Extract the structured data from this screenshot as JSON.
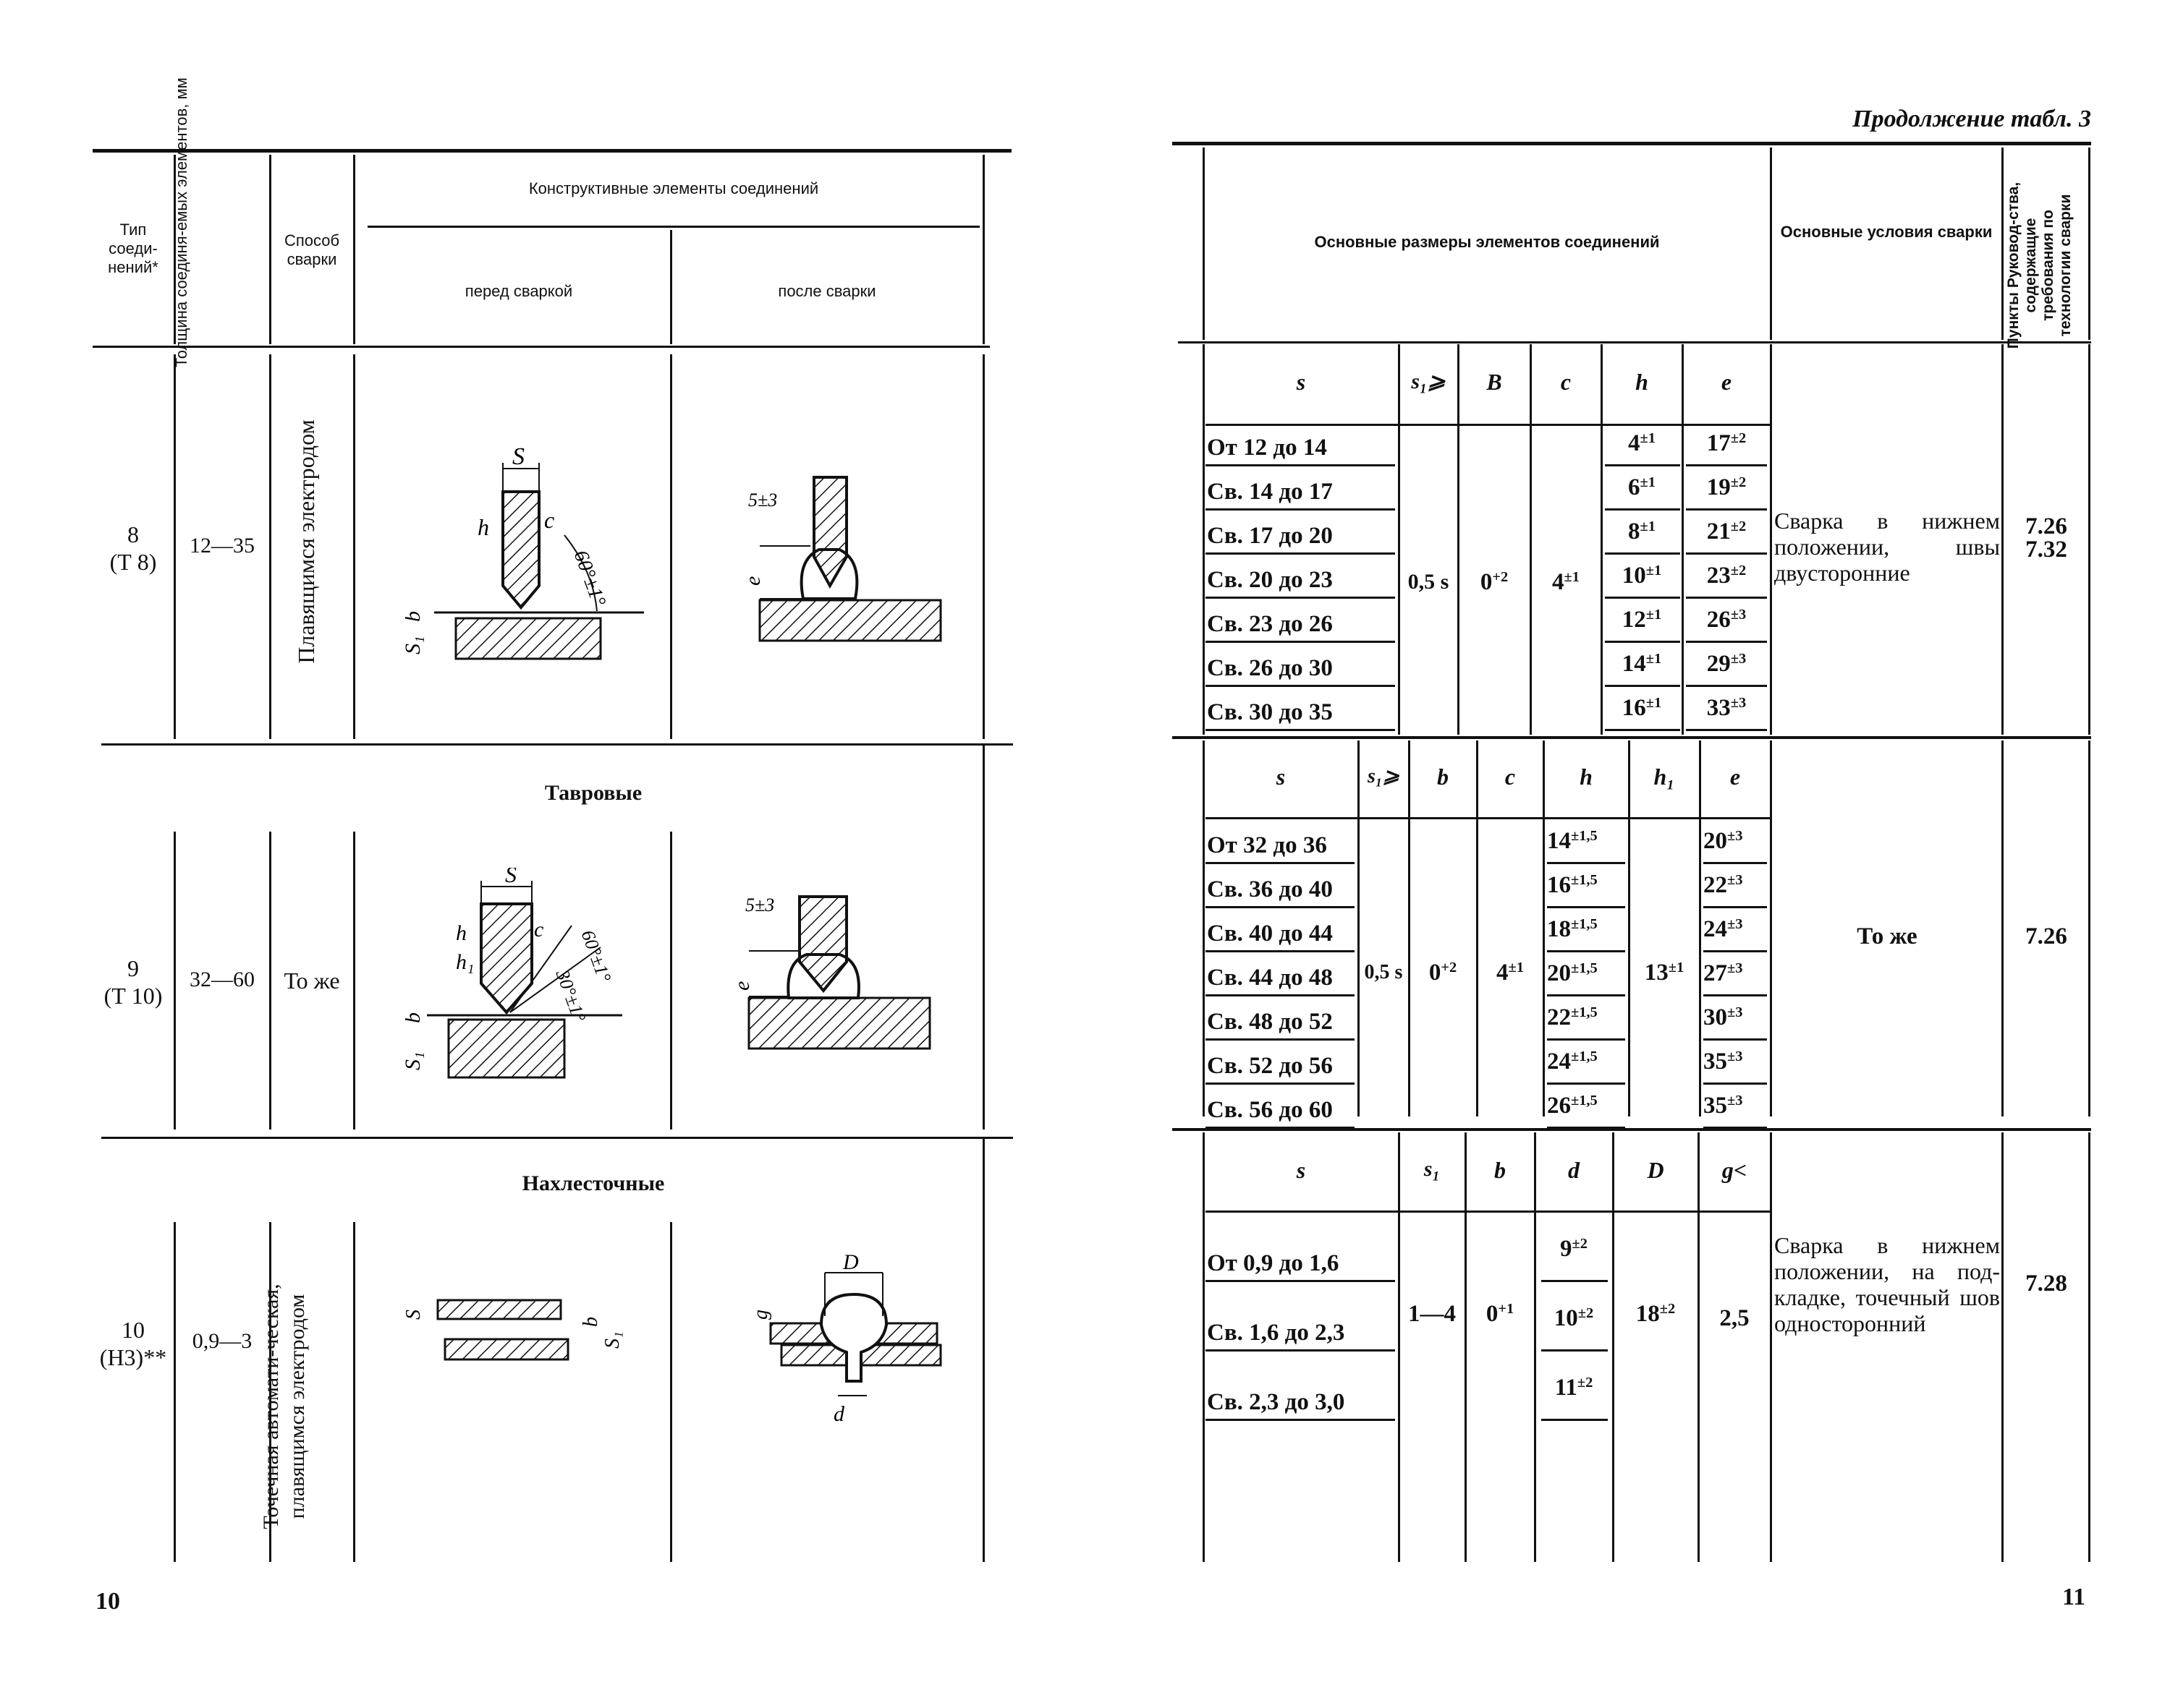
{
  "page_left_number": "10",
  "page_right_number": "11",
  "continuation_title": "Продолжение табл. 3",
  "left_header": {
    "type": "Тип соеди-нений*",
    "thickness": "Толщина соединя-емых элементов, мм",
    "method": "Способ сварки",
    "constructive": "Конструктивные элементы соединений",
    "before": "перед сваркой",
    "after": "после сварки"
  },
  "right_header": {
    "main_sizes": "Основные размеры элементов соединений",
    "conditions": "Основные условия сварки",
    "clauses": "Пункты Руковод-ства, содержащие требования по технологии сварки"
  },
  "section_labels": {
    "tee": "Тавровые",
    "lap": "Нахлесточные"
  },
  "rows": [
    {
      "type_num": "8",
      "type_code": "(Т 8)",
      "thickness": "12—35",
      "method": "Плавящимся электродом",
      "cols": [
        "s",
        "s₁⩾",
        "B",
        "c",
        "h",
        "e"
      ],
      "ranges": [
        "От 12 до 14",
        "Св. 14 до 17",
        "Св. 17 до 20",
        "Св. 20 до 23",
        "Св. 23 до 26",
        "Св. 26 до 30",
        "Св. 30 до 35"
      ],
      "s1": "0,5 s",
      "b": "0+2",
      "c": "4±1",
      "h": [
        "4±1",
        "6±1",
        "8±1",
        "10±1",
        "12±1",
        "14±1",
        "16±1"
      ],
      "e": [
        "17±2",
        "19±2",
        "21±2",
        "23±2",
        "26±3",
        "29±3",
        "33±3"
      ],
      "conditions": "Сварка в нижнем положении, швы двусторонние",
      "clauses": [
        "7.26",
        "7.32"
      ]
    },
    {
      "type_num": "9",
      "type_code": "(Т 10)",
      "thickness": "32—60",
      "method": "То же",
      "cols": [
        "s",
        "s₁⩾",
        "b",
        "c",
        "h",
        "h₁",
        "e"
      ],
      "ranges": [
        "От 32 до 36",
        "Св. 36 до 40",
        "Св. 40 до 44",
        "Св. 44 до 48",
        "Св. 48 до 52",
        "Св. 52 до 56",
        "Св. 56 до 60"
      ],
      "s1": "0,5 s",
      "b": "0+2",
      "c": "4±1",
      "h": [
        "14±1,5",
        "16±1,5",
        "18±1,5",
        "20±1,5",
        "22±1,5",
        "24±1,5",
        "26±1,5"
      ],
      "h1": "13±1",
      "e": [
        "20±3",
        "22±3",
        "24±3",
        "27±3",
        "30±3",
        "35±3",
        "35±3"
      ],
      "conditions": "То же",
      "clauses": [
        "7.26"
      ]
    },
    {
      "type_num": "10",
      "type_code": "(Н3)**",
      "thickness": "0,9—3",
      "method": "Точечная автомати-ческая, плавящимся электродом",
      "cols": [
        "s",
        "s₁",
        "b",
        "d",
        "D",
        "g<"
      ],
      "ranges": [
        "От 0,9 до 1,6",
        "Св. 1,6 до 2,3",
        "Св. 2,3 до 3,0"
      ],
      "s1": "1—4",
      "b": "0+1",
      "d": [
        "9±2",
        "10±2",
        "11±2"
      ],
      "D": "18±2",
      "g": "2,5",
      "conditions": "Сварка в нижнем положении, на под-кладке, точечный шов односторонний",
      "clauses": [
        "7.28"
      ]
    }
  ],
  "drawing_labels": {
    "s": "S",
    "c": "c",
    "h": "h",
    "h1": "h₁",
    "b": "b",
    "s1": "S₁",
    "e": "e",
    "angle60": "60°±1°",
    "angle30": "30°±1°",
    "gap": "5±3",
    "D": "D",
    "d": "d",
    "g": "g"
  }
}
